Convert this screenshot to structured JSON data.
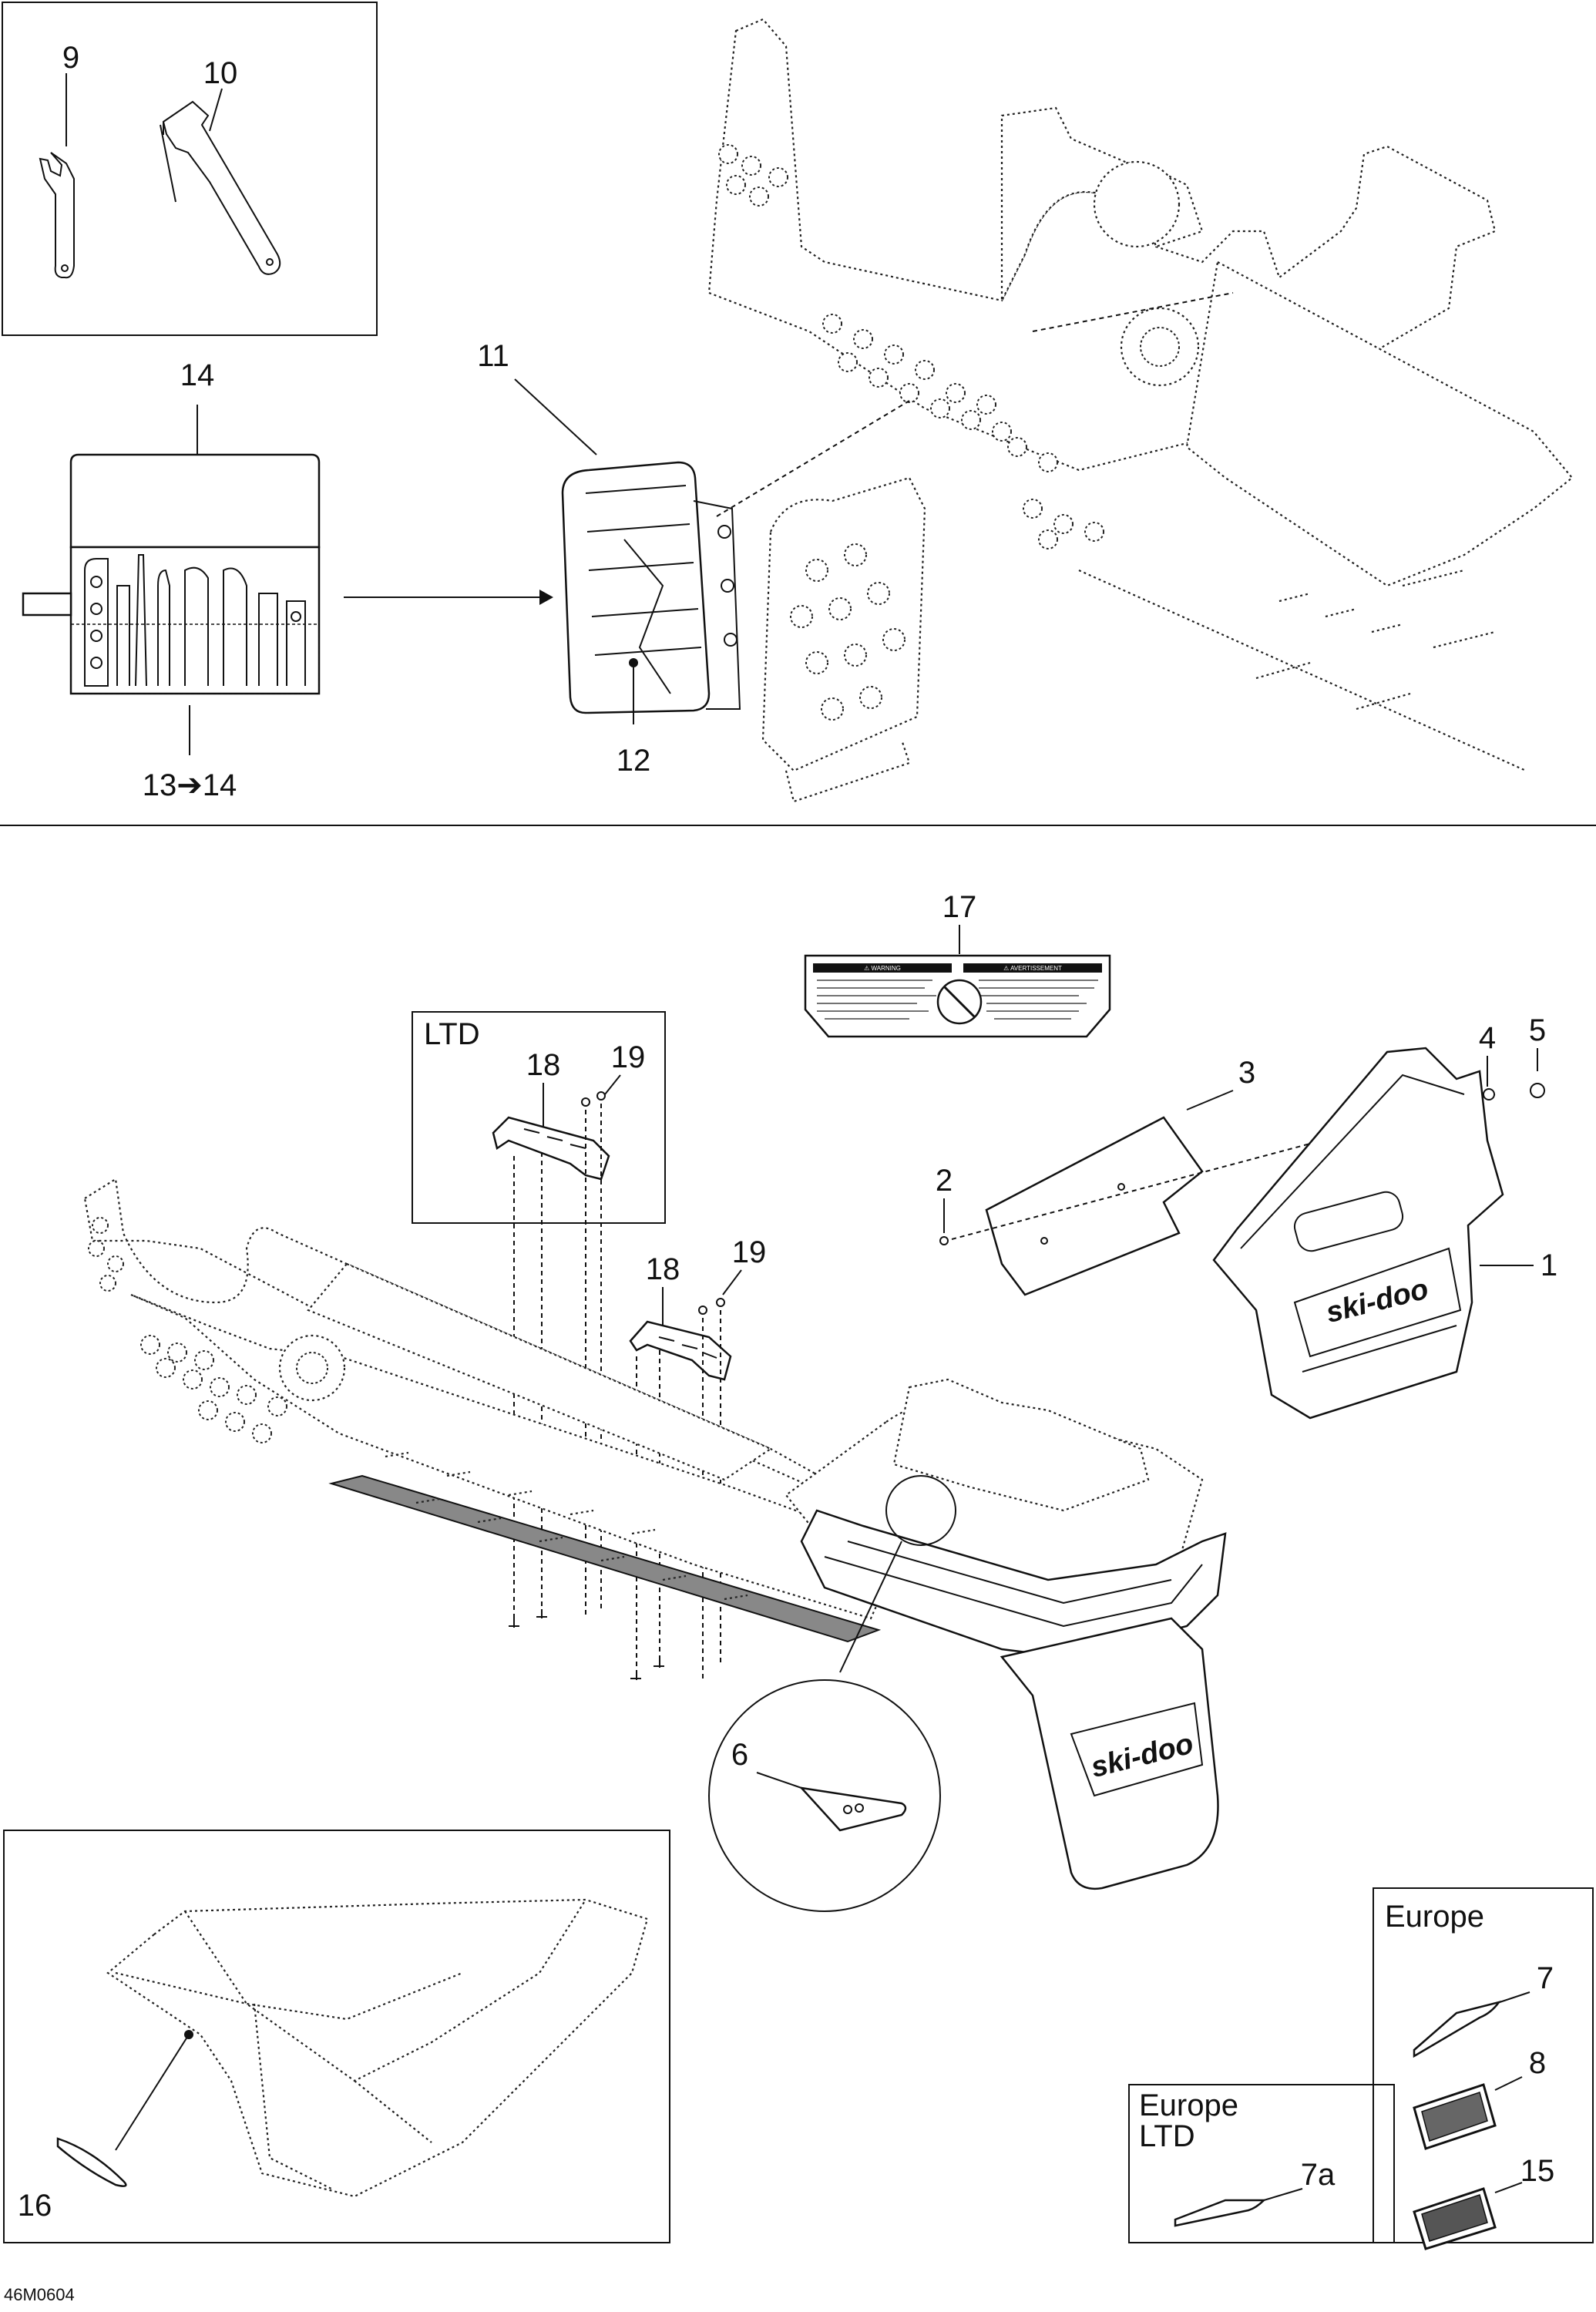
{
  "diagram": {
    "drawing_id": "46M0604",
    "callouts": {
      "c1": "1",
      "c2": "2",
      "c3": "3",
      "c4": "4",
      "c5": "5",
      "c6": "6",
      "c7": "7",
      "c7a": "7a",
      "c8": "8",
      "c9": "9",
      "c10": "10",
      "c11": "11",
      "c12": "12",
      "c13_14": "13➔14",
      "c14": "14",
      "c15": "15",
      "c16": "16",
      "c17": "17",
      "c18_ltd": "18",
      "c19_ltd": "19",
      "c18": "18",
      "c19": "19"
    },
    "boxes": {
      "ltd": "LTD",
      "europe": "Europe",
      "europe_ltd_line1": "Europe",
      "europe_ltd_line2": "LTD"
    },
    "decal": {
      "left_heading": "⚠ WARNING",
      "right_heading": "⚠ AVERTISSEMENT"
    },
    "logo_text": "ski-doo"
  }
}
